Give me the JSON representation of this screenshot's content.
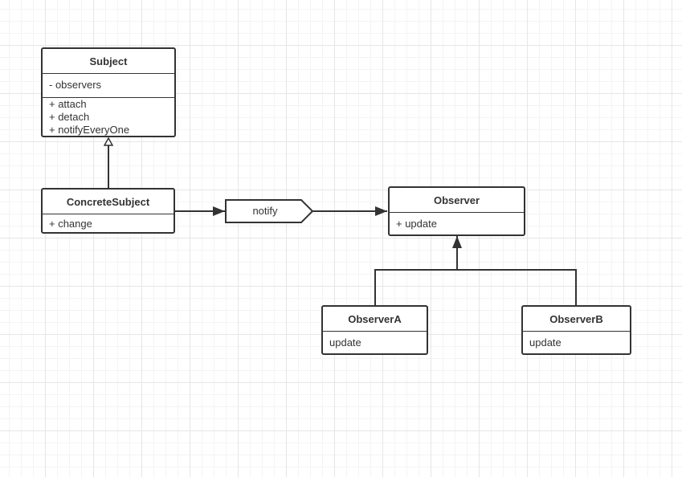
{
  "subject": {
    "name": "Subject",
    "attributes": [
      "- observers"
    ],
    "operations": [
      "+ attach",
      "+ detach",
      "+ notifyEveryOne"
    ]
  },
  "concrete_subject": {
    "name": "ConcreteSubject",
    "operations": [
      "+ change"
    ]
  },
  "notify_message": {
    "label": "notify"
  },
  "observer": {
    "name": "Observer",
    "operations": [
      "+ update"
    ]
  },
  "observer_a": {
    "name": "ObserverA",
    "operations": [
      "update"
    ]
  },
  "observer_b": {
    "name": "ObserverB",
    "operations": [
      "update"
    ]
  },
  "colors": {
    "stroke": "#333333",
    "grid": "#e6e6e6",
    "background": "#ffffff"
  }
}
